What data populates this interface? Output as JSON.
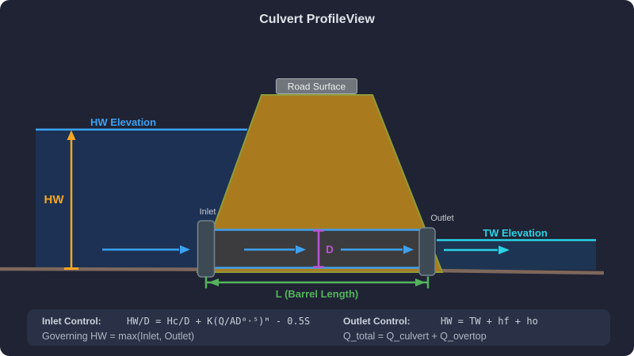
{
  "title": "Culvert ProfileView",
  "diagram": {
    "road_surface_label": "Road Surface",
    "hw_elevation_label": "HW Elevation",
    "tw_elevation_label": "TW Elevation",
    "hw_dim_label": "HW",
    "d_dim_label": "D",
    "l_dim_label": "L (Barrel Length)",
    "inlet_label": "Inlet",
    "outlet_label": "Outlet"
  },
  "panel": {
    "inlet_control_label": "Inlet Control:",
    "inlet_control_formula": "HW/D = Hc/D + K(Q/AD⁰·⁵)ᴹ - 0.5S",
    "governing_line": "Governing HW = max(Inlet, Outlet)",
    "outlet_control_label": "Outlet Control:",
    "outlet_control_formula": "HW = TW + hf + ho",
    "q_total_line": "Q_total = Q_culvert + Q_overtop"
  },
  "colors": {
    "background": "#1f2334",
    "panel_fill": "#2a3146",
    "headwater_blue": "#3da2f5",
    "flow_arrow_blue": "#3da1f0",
    "tailwater_cyan": "#2bd3e5",
    "dimension_orange": "#f5a623",
    "dimension_magenta": "#b955d4",
    "dimension_green": "#54b45c",
    "embankment_fill": "#a97b1e",
    "embankment_edge": "#8f9c3a",
    "water_fill": "#1c3154",
    "tailwater_fill": "#1d3552",
    "barrel_fill": "#3c3c3e",
    "headwall_fill": "#3d4a53",
    "headwall_edge": "#73858f",
    "ground_brown": "#7e675c",
    "road_box_fill": "#70767b",
    "road_box_edge": "#a6acb0",
    "title_text": "#dfe4ea",
    "label_text": "#c3c9cf"
  }
}
